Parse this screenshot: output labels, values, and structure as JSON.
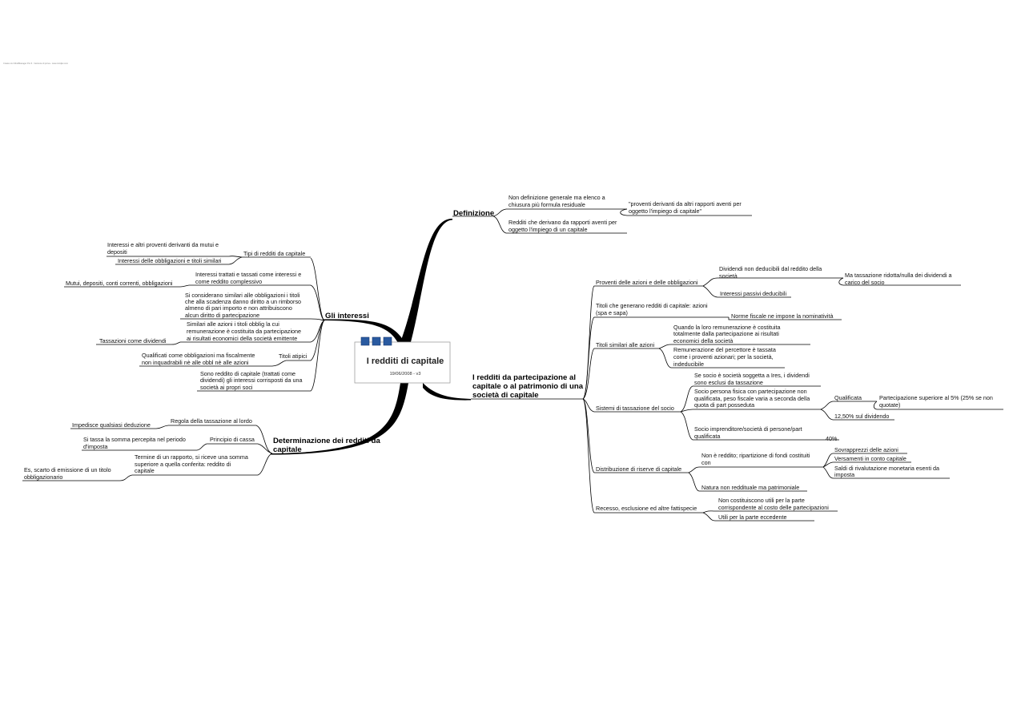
{
  "header_note": "Creato con MindManager Pro 6 - Versione di prova - www.mindjet.com",
  "central": {
    "title": "I redditi di capitale",
    "subtitle": "19/06/2008 - v3"
  },
  "topics": {
    "definizione": {
      "label": "Definizione",
      "children": {
        "non_definizione": [
          "Non definizione generale ma elenco a",
          "chiusura più formula residuale"
        ],
        "proventi_quote": [
          "\"proventi derivanti da altri rapporti aventi per",
          "oggetto l'impiego di capitale\""
        ],
        "redditi_rapporti": [
          "Redditi che derivano da rapporti aventi per",
          "oggetto l'impiego di un capitale"
        ]
      }
    },
    "interessi": {
      "label": "Gli interessi",
      "children": {
        "tipi": [
          "Tipi di redditi da capitale"
        ],
        "tipi_mutui": [
          "Interessi e altri proventi derivanti da mutui e",
          "depositi"
        ],
        "tipi_obbl": [
          "Interessi delle obbligazioni e titoli similari"
        ],
        "trattati": [
          "Interessi trattati e tassati come interessi e",
          "come reddito complessivo"
        ],
        "mutui_dep": [
          "Mutui, depositi, conti correnti, obbligazioni"
        ],
        "similari": [
          "Si considerano similari alle obbligazioni i titoli",
          "che alla scadenza danno diritto a un rimborso",
          "almeno di pari importo e non attribuiscono",
          "alcun diritto di partecipazione"
        ],
        "similari_azioni": [
          "Similari alle azioni i titoli obblig la cui",
          "remunerazione è costituita da partecipazione",
          "ai risultati economici della società emittente"
        ],
        "tassazioni_div": [
          "Tassazioni come dividendi"
        ],
        "atipici": [
          "Titoli atipici"
        ],
        "qualificati": [
          "Qualificati come obbligazioni ma fiscalmente",
          "non inquadrabili nè alle obbl nè alle azioni"
        ],
        "sono_reddito": [
          "Sono reddito di capitale (trattati come",
          "dividendi) gli interessi corrisposti da una",
          "società ai propri soci"
        ]
      }
    },
    "determinazione": {
      "label": [
        "Determinazione dei redditi da",
        "capitale"
      ],
      "children": {
        "regola": [
          "Regola della tassazione al lordo"
        ],
        "impedisce": [
          "Impedisce qualsiasi deduzione"
        ],
        "principio": [
          "Principio di cassa"
        ],
        "tassa_somma": [
          "Si tassa la somma percepita nel periodo",
          "d'imposta"
        ],
        "termine": [
          "Termine di un rapporto, si riceve una somma",
          "superiore a quella conferita: reddito di",
          "capitale"
        ],
        "es_scarto": [
          "Es, scarto di emissione di un titolo",
          "obbligazionario"
        ]
      }
    },
    "partecipazione": {
      "label": [
        "I redditi da partecipazione al",
        "capitale o al patrimonio di una",
        "società di capitale"
      ],
      "children": {
        "proventi_azioni": [
          "Proventi delle azioni e delle obbligazioni"
        ],
        "dividendi_non": [
          "Dividendi non deducibili dal reddito della",
          "società"
        ],
        "ma_tassazione": [
          "Ma tassazione ridotta/nulla dei dividendi a",
          "carico del socio"
        ],
        "interessi_passivi": [
          "Interessi passivi deducibili"
        ],
        "titoli_generano": [
          "Titoli che generano redditi di capitale: azioni",
          "(spa e sapa)"
        ],
        "norme_fiscale": [
          "Norme fiscale ne impone la nominatività"
        ],
        "titoli_similari": [
          "Titoli similari alle azioni"
        ],
        "quando_remun": [
          "Quando la loro remunerazione è costituita",
          "totalmente dalla partecipazione ai risultati",
          "economici della società"
        ],
        "remun_percettore": [
          "Remunerazione del percettore è tassata",
          "come i proventi azionari; per la società,",
          "indeducibile"
        ],
        "sistemi": [
          "Sistemi di tassazione del socio"
        ],
        "se_socio": [
          "Se socio è società soggetta a Ires, i dividendi",
          "sono esclusi da tassazione"
        ],
        "socio_persona": [
          "Socio persona fisica con partecipazione non",
          "qualificata, peso fiscale varia a seconda della",
          "quota di part posseduta"
        ],
        "qualificata": [
          "Qualificata"
        ],
        "partecipazione_sup": [
          "Partecipazione superiore al 5% (25% se non",
          "quotate)"
        ],
        "dodici": [
          "12,50% sul dividendo"
        ],
        "socio_impr": [
          "Socio imprenditore/società di persone/part",
          "qualificata"
        ],
        "quaranta": [
          "40%"
        ],
        "distribuzione": [
          "Distribuzione di riserve di capitale"
        ],
        "non_reddito": [
          "Non è reddito; ripartizione di fondi costituiti",
          "con"
        ],
        "sovrapprezzi": [
          "Sovrapprezzi delle azioni"
        ],
        "versamenti": [
          "Versamenti in conto capitale"
        ],
        "saldi": [
          "Saldi di rivalutazione monetaria esenti da",
          "imposta"
        ],
        "natura": [
          "Natura non reddituale ma patrimoniale"
        ],
        "recesso": [
          "Recesso, esclusione ed altre fattispecie"
        ],
        "non_costituiscono": [
          "Non costituiscono utili per la parte",
          "corrispondente al costo delle partecipazioni"
        ],
        "utili": [
          "Utili per la parte eccedente"
        ]
      }
    }
  },
  "colors": {
    "line": "#000000",
    "icon_blue": "#2a5aa0",
    "central_border": "#a0a0a0"
  }
}
